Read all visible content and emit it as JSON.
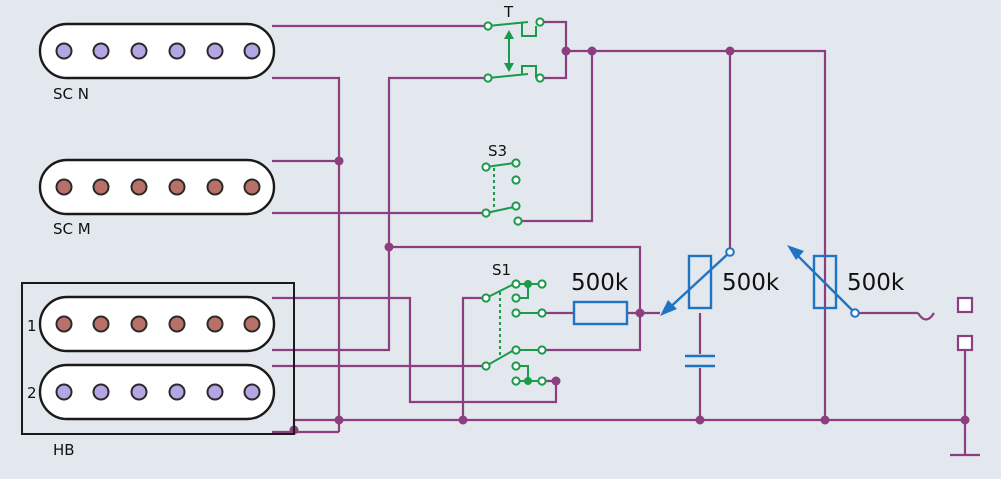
{
  "labels": {
    "pickup_neck": "SC N",
    "pickup_middle": "SC M",
    "pickup_bridge": "HB",
    "coil_1": "1",
    "coil_2": "2",
    "switch_t": "T",
    "switch_s3": "S3",
    "switch_s1": "S1",
    "resistor_value": "500k",
    "pot1_value": "500k",
    "pot2_value": "500k"
  },
  "colors": {
    "background": "#e3e8ee",
    "wire": "#8c3f7f",
    "switch": "#1a9a4a",
    "component": "#1f74c4",
    "pole_purple": "#b4a6e4",
    "pole_brown": "#b87068"
  }
}
